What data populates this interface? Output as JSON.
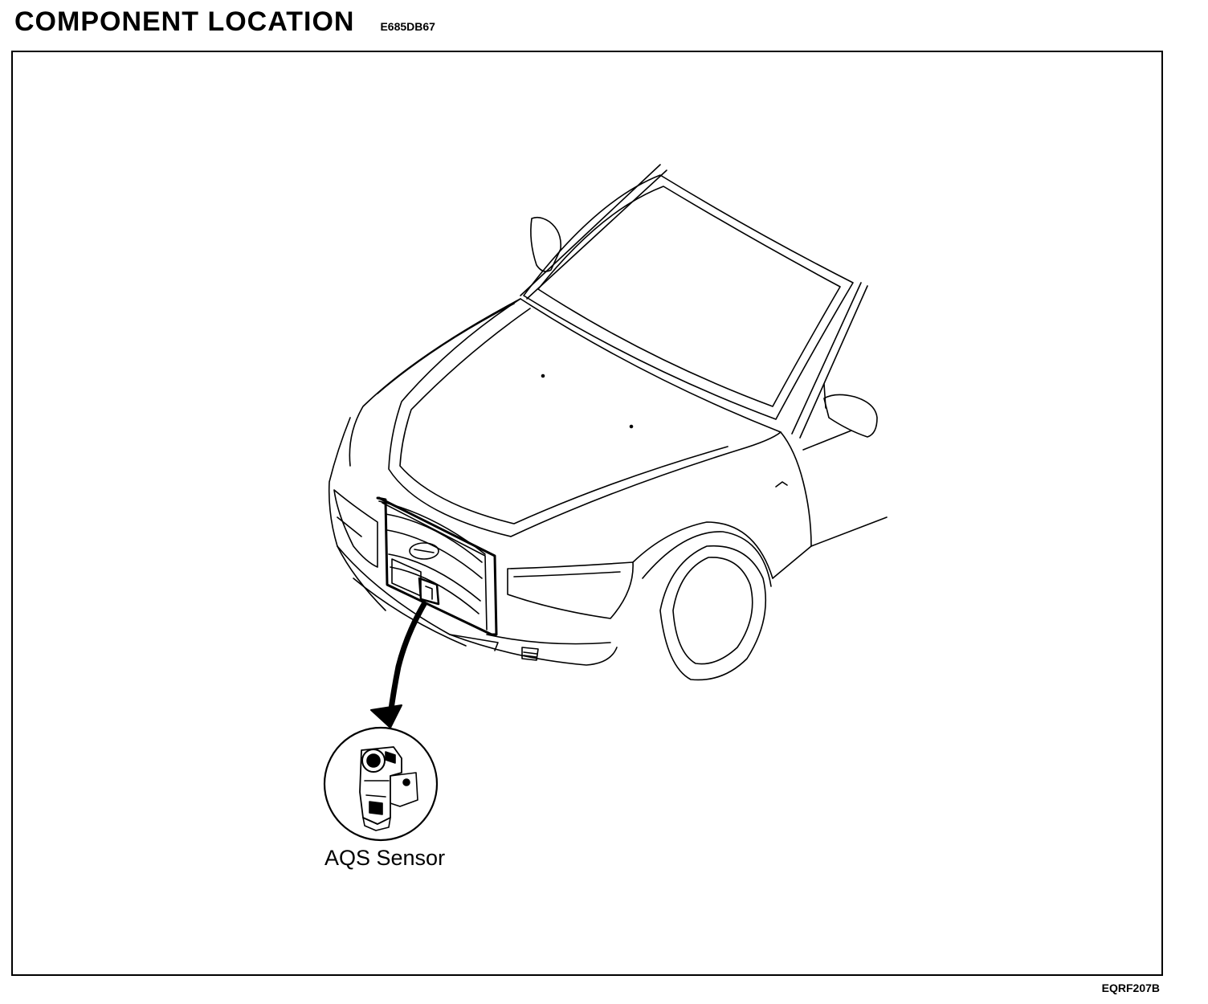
{
  "header": {
    "title": "COMPONENT LOCATION",
    "code": "E685DB67"
  },
  "diagram": {
    "subject": "vehicle-front",
    "callouts": [
      {
        "label": "AQS Sensor",
        "icon": "aqs-sensor-icon"
      }
    ]
  },
  "footer": {
    "figure_id": "EQRF207B"
  }
}
